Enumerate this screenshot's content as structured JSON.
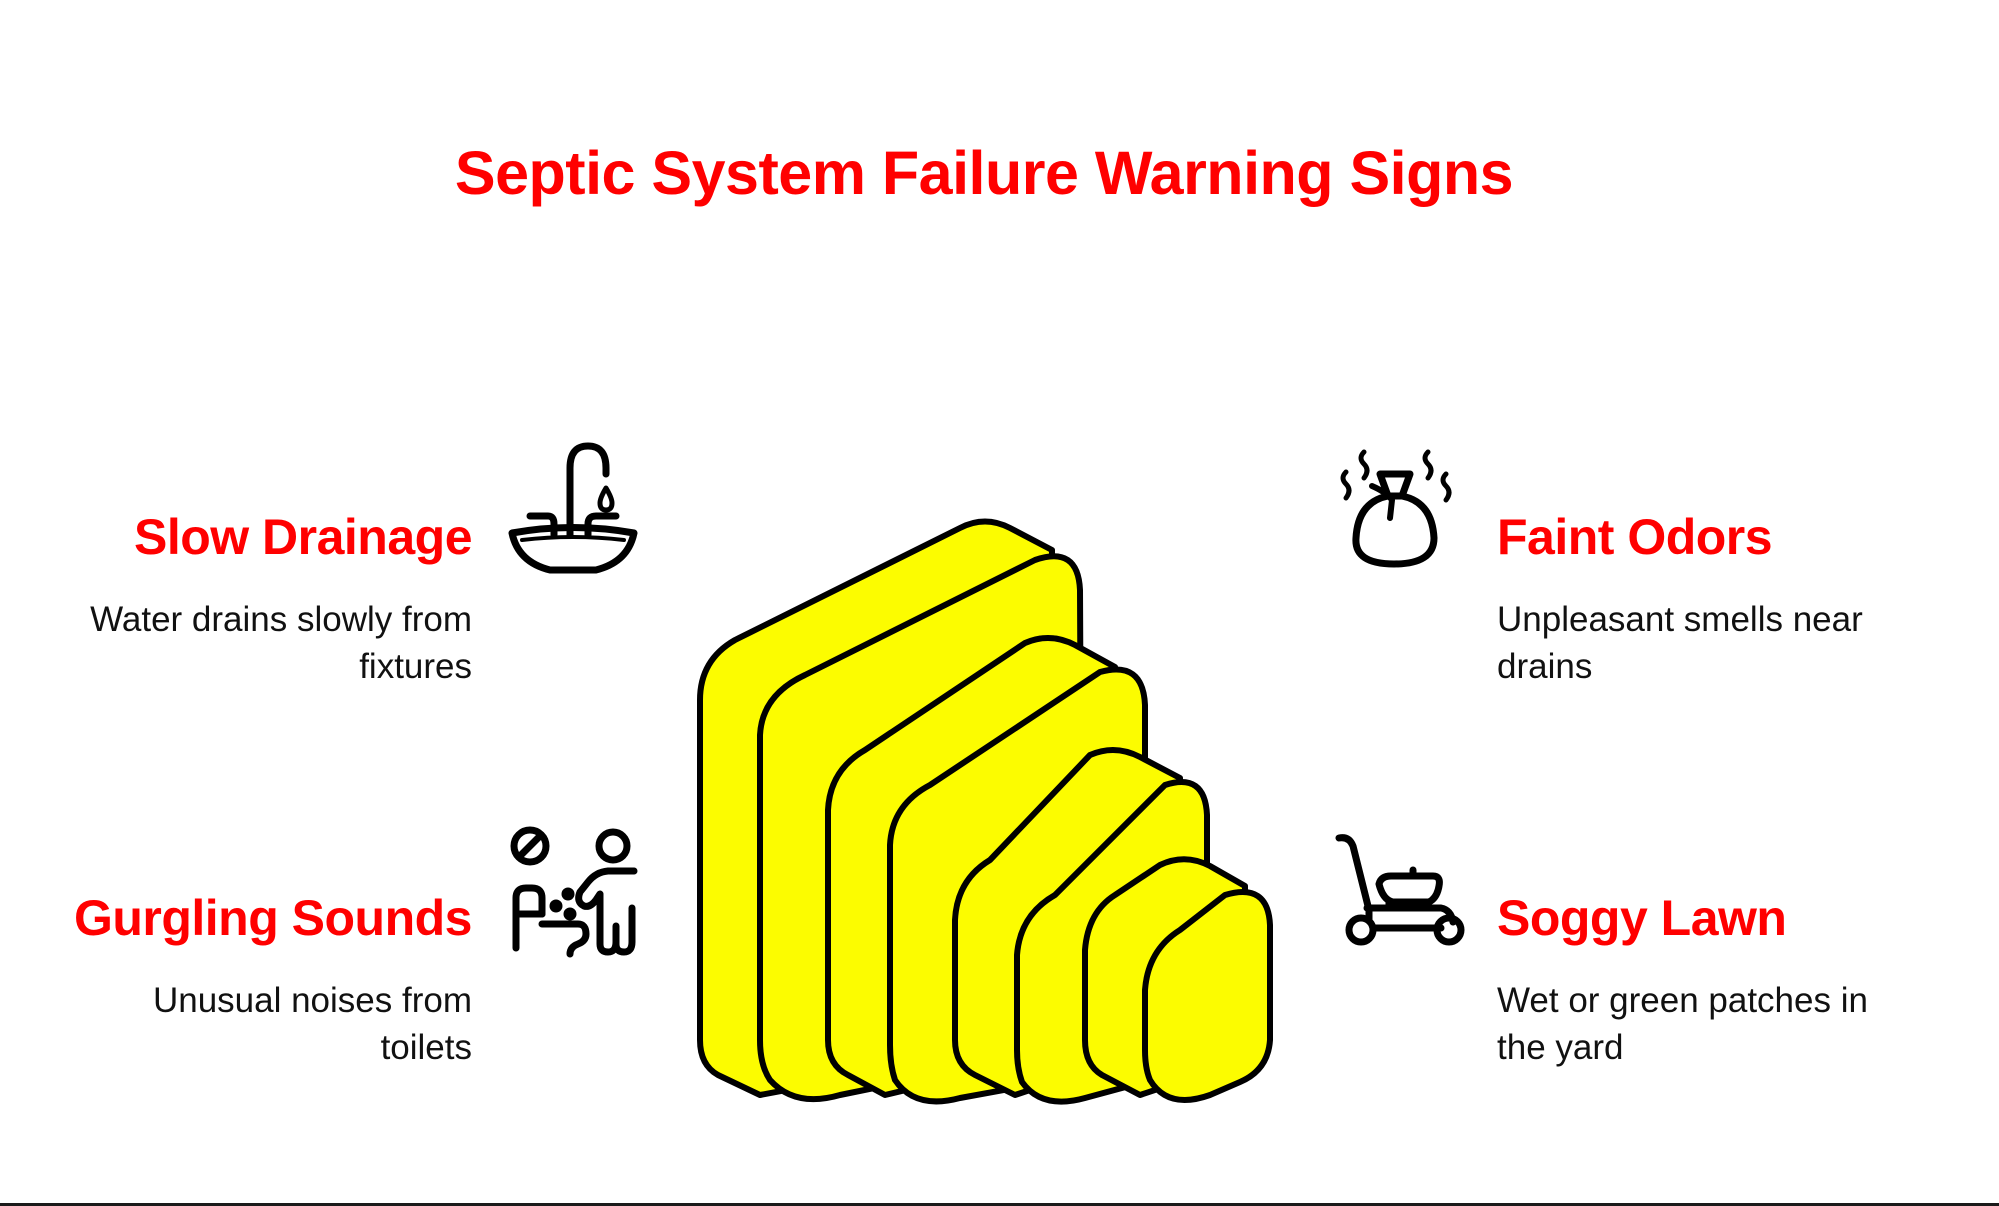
{
  "title": "Septic System Failure Warning Signs",
  "colors": {
    "accent": "#ff0000",
    "text": "#111111",
    "block_fill": "#fcfc00",
    "outline": "#000000",
    "background": "#ffffff"
  },
  "items": [
    {
      "position": "top-left",
      "title": "Slow Drainage",
      "description": "Water drains slowly from fixtures",
      "icon": "sink-faucet-drip-icon"
    },
    {
      "position": "bottom-left",
      "title": "Gurgling Sounds",
      "description": "Unusual noises from toilets",
      "icon": "person-toilet-no-flush-icon"
    },
    {
      "position": "top-right",
      "title": "Faint Odors",
      "description": "Unpleasant smells near drains",
      "icon": "smelly-bag-icon"
    },
    {
      "position": "bottom-right",
      "title": "Soggy Lawn",
      "description": "Wet or green patches in the yard",
      "icon": "lawn-mower-icon"
    }
  ],
  "center_graphic": {
    "type": "stacked-isometric-blocks",
    "count": 4
  }
}
